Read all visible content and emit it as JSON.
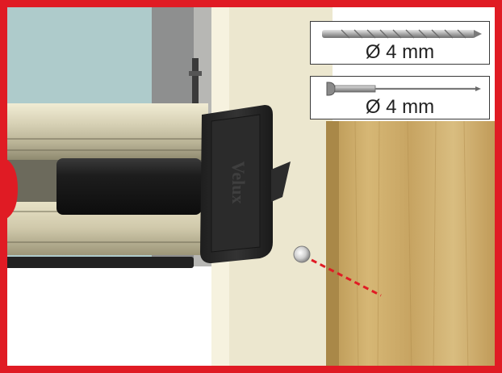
{
  "specs": {
    "drill_bit": {
      "icon": "drill-bit-icon",
      "label": "Ø 4 mm"
    },
    "blind_rivet": {
      "icon": "blind-rivet-icon",
      "label": "Ø 4 mm"
    }
  },
  "cassette_brand": "Velux",
  "colors": {
    "frame": "#e01b24",
    "marker_line": "#e01b24",
    "wall": "#ece7cf",
    "wood": "#c4a060",
    "glass": "#aecbcb",
    "cassette_body": "#d7d1b4",
    "end_cap": "#2a2a2a"
  }
}
